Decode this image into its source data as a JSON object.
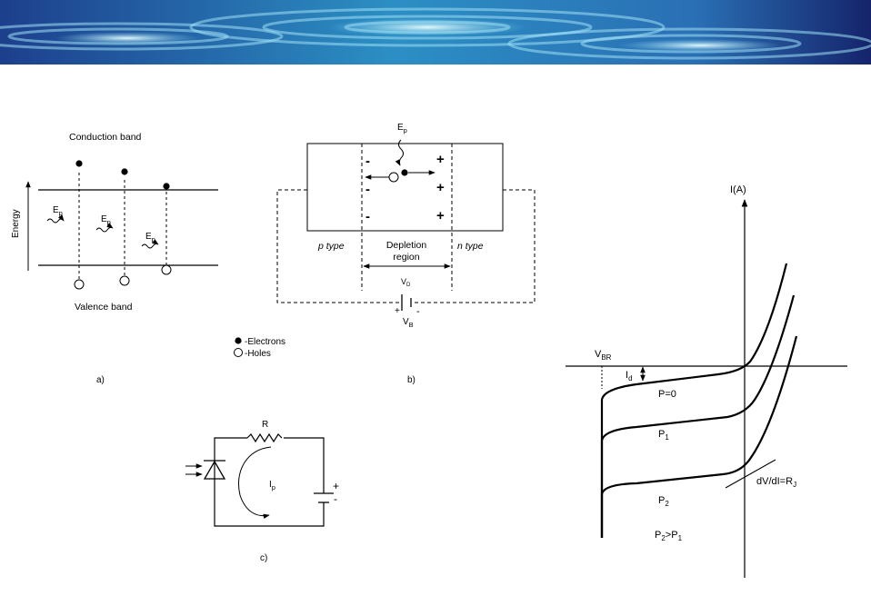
{
  "colors": {
    "banner_dark": "#15246b",
    "banner_light": "#cfeef8",
    "ink": "#000000"
  },
  "panel_a": {
    "conduction_band": "Conduction band",
    "valence_band": "Valence band",
    "axis_label": "Energy",
    "photon_main": "E",
    "photon_sub": "p",
    "caption": "a)"
  },
  "panel_b": {
    "photon_main": "E",
    "photon_sub": "p",
    "p_type": "p type",
    "n_type": "n type",
    "depletion_line1": "Depletion",
    "depletion_line2": "region",
    "vd_main": "V",
    "vd_sub": "D",
    "vb_main": "V",
    "vb_sub": "B",
    "plus": "+",
    "minus": "-",
    "legend_electrons": "-Electrons",
    "legend_holes": "-Holes",
    "caption": "b)"
  },
  "panel_c": {
    "resistor": "R",
    "current_main": "I",
    "current_sub": "p",
    "plus": "+",
    "minus": "-",
    "caption": "c)"
  },
  "panel_iv": {
    "y_axis": "I(A)",
    "vbr_main": "V",
    "vbr_sub": "BR",
    "id_main": "I",
    "id_sub": "d",
    "p0": "P=0",
    "p1_main": "P",
    "p1_sub": "1",
    "p2_main": "P",
    "p2_sub": "2",
    "slope_main": "dV/dI=R",
    "slope_sub": "J",
    "cmp_a_main": "P",
    "cmp_a_sub": "2",
    "cmp_mid": ">P",
    "cmp_b_sub": "1"
  }
}
